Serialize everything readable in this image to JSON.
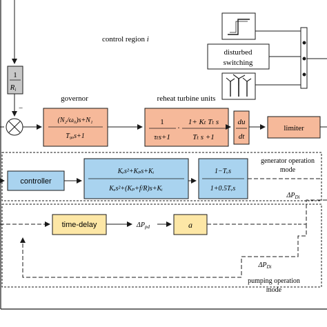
{
  "region_label": "control region",
  "region_index": "i",
  "droop": {
    "num": "1",
    "den": "R",
    "den_sub": "i"
  },
  "sum_sign": "−",
  "governor": {
    "title": "governor",
    "num": "(N₂/ω₀)s+N₁",
    "den": "T₉ₒs+1"
  },
  "reheat": {
    "title": "reheat turbine units",
    "f1_num": "1",
    "f1_den": "τₜs+1",
    "dot": "·",
    "f2_num": "1+ Kₜ Tₜ s",
    "f2_den": "Tₜ s +1"
  },
  "derivative": {
    "num": "du",
    "den": "dt"
  },
  "limiter": "limiter",
  "disturbed_switching": {
    "line1": "disturbed",
    "line2": "switching"
  },
  "controller": "controller",
  "pid": {
    "num": "Kₑs²+Kₚs+Kᵢ",
    "den": "Kₑs²+(Kₚ+f/R)s+Kᵢ"
  },
  "water": {
    "num": "1−Tᵥs",
    "den": "1+0.5Tᵥs"
  },
  "generator_mode": {
    "line1": "generator operation",
    "line2": "mode"
  },
  "delta_p_di_right": "ΔP",
  "delta_p_di_sub": "Di",
  "time_delay": "time-delay",
  "delta_p_pd": "ΔP",
  "delta_p_pd_sub": "pd",
  "gain": "a",
  "delta_p_di_bottom": "ΔP",
  "pumping_mode": {
    "line1": "pumping operation",
    "line2": "mode"
  },
  "colors": {
    "orange_fill": "#f6b99a",
    "blue_fill": "#a9d3ef",
    "yellow_fill": "#fde7a6",
    "gray_fill": "#c8c8c8",
    "stroke": "#1a1a1a"
  }
}
